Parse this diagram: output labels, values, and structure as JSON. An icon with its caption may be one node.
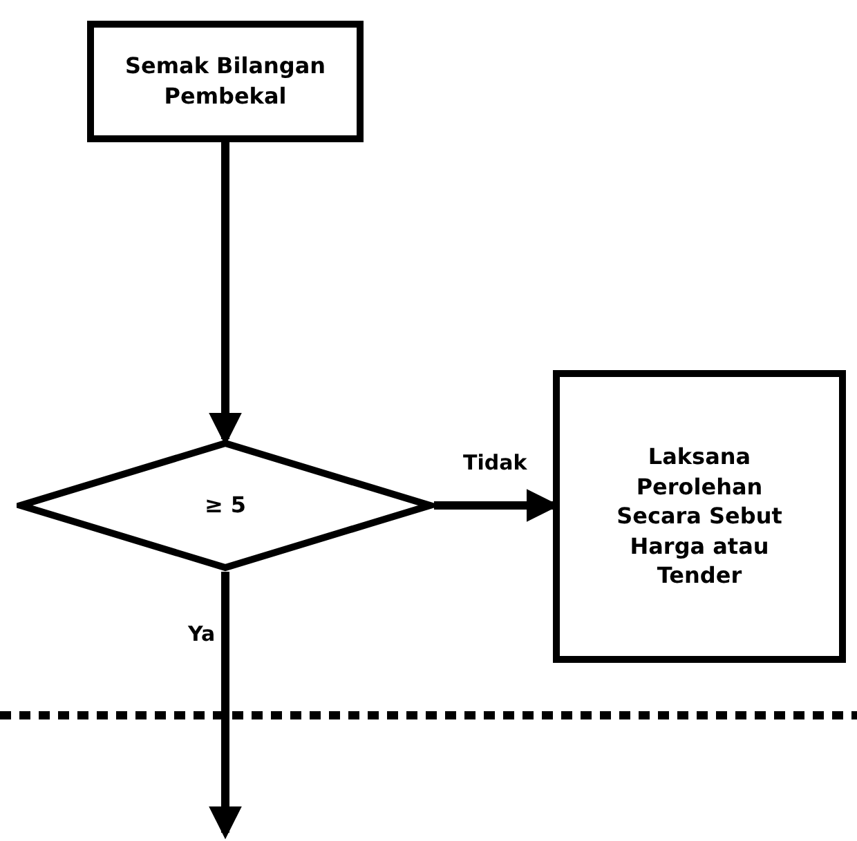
{
  "diagram": {
    "nodes": [
      {
        "text": [
          "Semak Bilangan Pembekal"
        ]
      },
      {
        "text": [
          "≥ 5"
        ]
      },
      {
        "text": [
          "Laksana Perolehan Secara Sebut Harga atau Tender"
        ]
      }
    ],
    "edges": [
      {
        "from": 0,
        "to": 1,
        "arrow": "to"
      },
      {
        "from": 1,
        "to": 2,
        "arrow": "to",
        "label": "Tidak"
      },
      {
        "from": 1,
        "to": null,
        "arrow": "to",
        "label": "Ya"
      }
    ]
  }
}
